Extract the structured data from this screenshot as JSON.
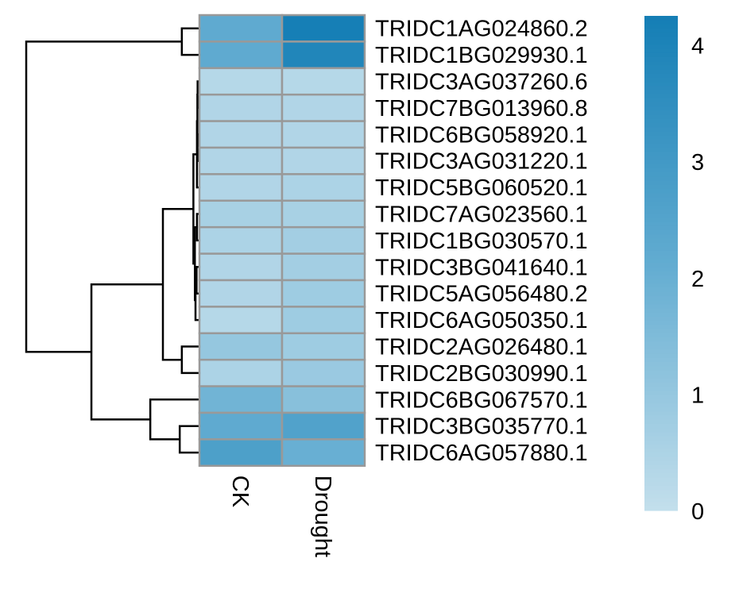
{
  "chart_data": {
    "type": "heatmap",
    "columns": [
      "CK",
      "Drought"
    ],
    "rows": [
      "TRIDC1AG024860.2",
      "TRIDC1BG029930.1",
      "TRIDC3AG037260.6",
      "TRIDC7BG013960.8",
      "TRIDC6BG058920.1",
      "TRIDC3AG031220.1",
      "TRIDC5BG060520.1",
      "TRIDC7AG023560.1",
      "TRIDC1BG030570.1",
      "TRIDC3BG041640.1",
      "TRIDC5AG056480.2",
      "TRIDC6AG050350.1",
      "TRIDC2AG026480.1",
      "TRIDC2BG030990.1",
      "TRIDC6BG067570.1",
      "TRIDC3BG035770.1",
      "TRIDC6AG057880.1"
    ],
    "values": [
      [
        2.2,
        4.2
      ],
      [
        2.2,
        3.9
      ],
      [
        0.3,
        0.3
      ],
      [
        0.4,
        0.4
      ],
      [
        0.4,
        0.4
      ],
      [
        0.4,
        0.4
      ],
      [
        0.4,
        0.5
      ],
      [
        0.6,
        0.6
      ],
      [
        0.5,
        0.7
      ],
      [
        0.4,
        0.7
      ],
      [
        0.4,
        0.8
      ],
      [
        0.3,
        0.8
      ],
      [
        1.0,
        0.8
      ],
      [
        0.5,
        0.9
      ],
      [
        1.8,
        1.3
      ],
      [
        2.2,
        2.6
      ],
      [
        2.7,
        2.0
      ]
    ],
    "color_scale": {
      "min": 0,
      "max": 4.25,
      "low_color": "#c3dfec",
      "mid_color": "#62acd1",
      "high_color": "#147eb5"
    },
    "legend_ticks": [
      0,
      1,
      2,
      3,
      4
    ],
    "cell_border_color": "#999999",
    "row_dendrogram": [
      [
        0,
        1,
        0.8
      ],
      [
        2,
        3,
        0.05
      ],
      [
        4,
        5,
        0.05
      ],
      [
        18,
        19,
        0.06
      ],
      [
        6,
        20,
        0.08
      ],
      [
        7,
        8,
        0.08
      ],
      [
        9,
        10,
        0.1
      ],
      [
        11,
        23,
        0.15
      ],
      [
        22,
        24,
        0.18
      ],
      [
        21,
        25,
        0.25
      ],
      [
        12,
        13,
        0.8
      ],
      [
        26,
        27,
        1.7
      ],
      [
        15,
        16,
        0.9
      ],
      [
        14,
        29,
        2.3
      ],
      [
        28,
        30,
        5.1
      ],
      [
        17,
        31,
        8.2
      ]
    ]
  }
}
